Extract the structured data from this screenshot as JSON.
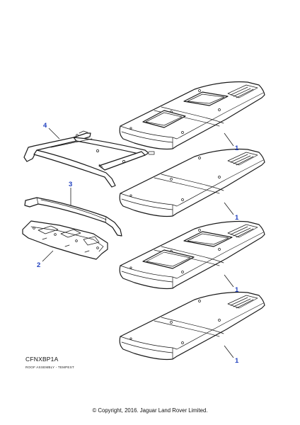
{
  "callouts": {
    "c1": "1",
    "c2": "1",
    "c3": "1",
    "c4": "1",
    "c5": "2",
    "c6": "3",
    "c7": "4"
  },
  "diagram_code": "CFNXBP1A",
  "caption": "ROOF ASSEMBLY - TEMPEST",
  "copyright": "© Copyright, 2016. Jaguar Land Rover Limited.",
  "colors": {
    "callout": "#1f3fbf",
    "line": "#1a1a1a"
  }
}
